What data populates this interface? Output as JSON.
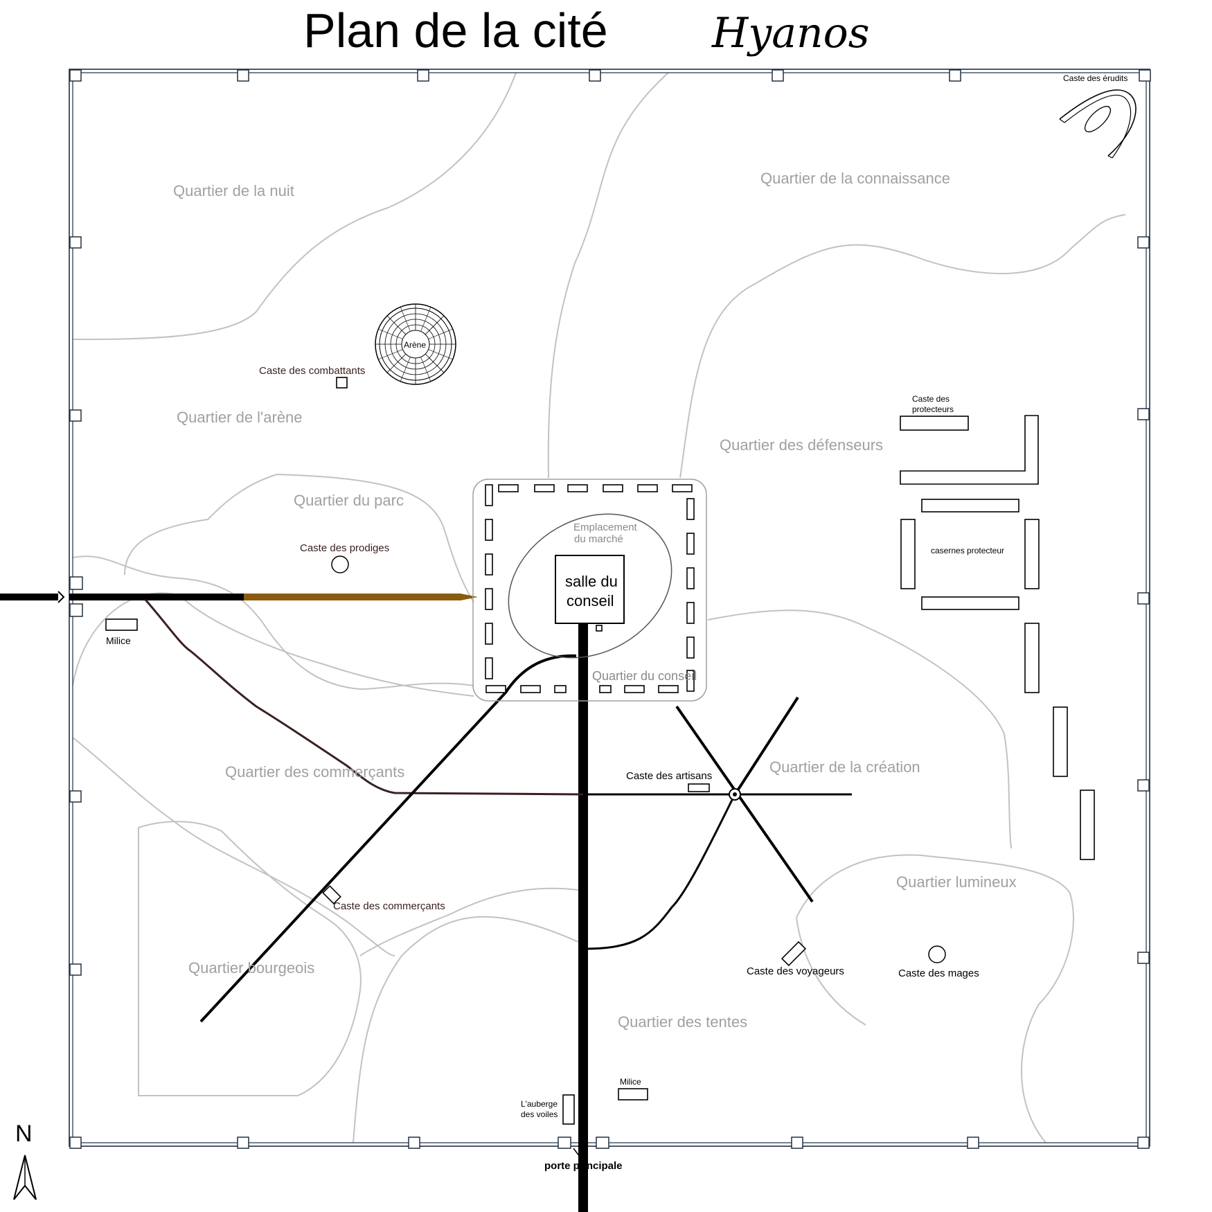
{
  "title": {
    "main": "Plan de la cité",
    "script": "Hyanos"
  },
  "districts": {
    "nuit": "Quartier de la nuit",
    "connaissance": "Quartier de la connaissance",
    "arene": "Quartier de l'arène",
    "defenseurs": "Quartier des défenseurs",
    "parc": "Quartier du parc",
    "commercants": "Quartier des commerçants",
    "creation": "Quartier de la création",
    "lumineux": "Quartier lumineux",
    "bourgeois": "Quartier bourgeois",
    "tentes": "Quartier des tentes",
    "conseil": "Quartier du conseil"
  },
  "places": {
    "erudits": "Caste des érudits",
    "arene": "Arène",
    "combattants": "Caste des combattants",
    "protecteurs_1": "Caste des",
    "protecteurs_2": "protecteurs",
    "casernes": "casernes protecteur",
    "prodiges": "Caste des prodiges",
    "marche_1": "Emplacement",
    "marche_2": "du marché",
    "salle_1": "salle du",
    "salle_2": "conseil",
    "milice_west": "Milice",
    "artisans": "Caste des artisans",
    "commercants": "Caste des commerçants",
    "voyageurs": "Caste des voyageurs",
    "mages": "Caste des mages",
    "milice_south": "Milice",
    "auberge_1": "L'auberge",
    "auberge_2": "des voiles",
    "porte": "porte principale"
  },
  "compass": {
    "north": "N"
  },
  "colors": {
    "road": "#000000",
    "trail": "#3a2020",
    "golden_road": "#8a5a10",
    "district_label": "#a0a0a0",
    "boundary": "#c2c2c2"
  }
}
